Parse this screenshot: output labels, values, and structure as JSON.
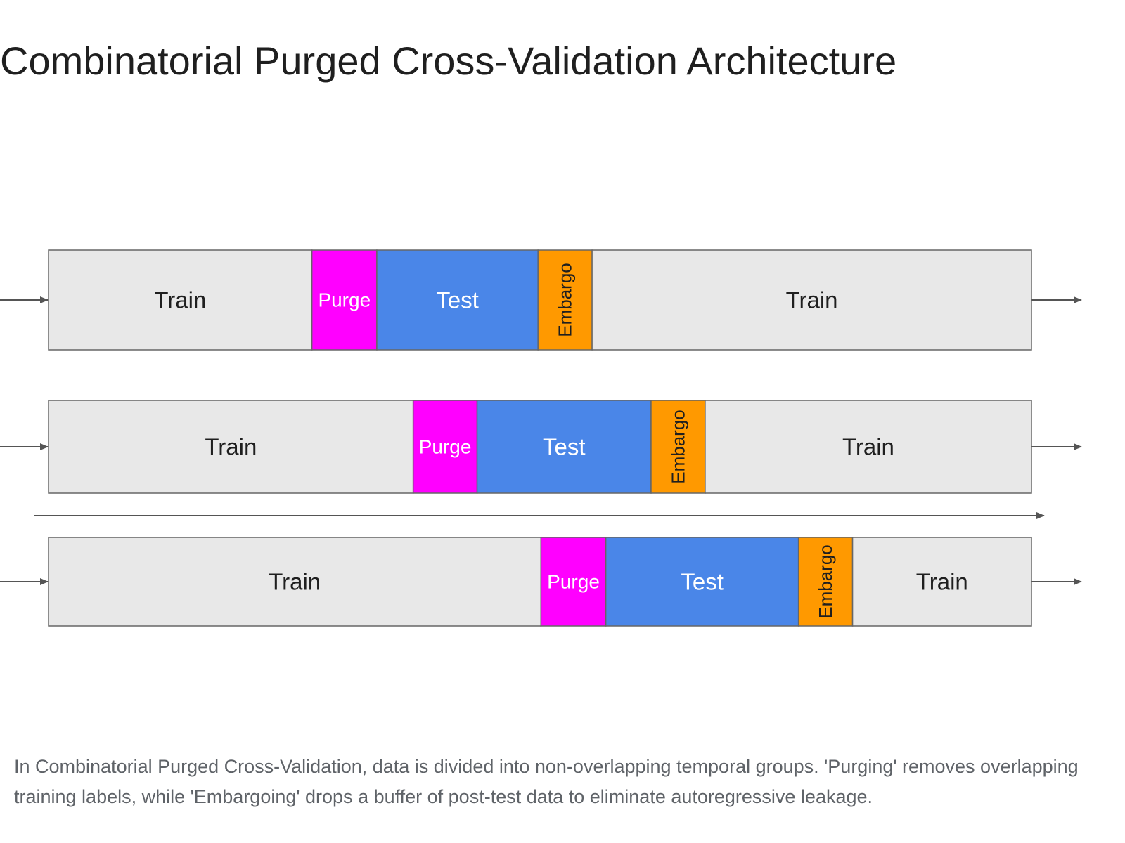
{
  "title": "Combinatorial Purged Cross-Validation Architecture",
  "caption": "In Combinatorial Purged Cross-Validation, data is divided into non-overlapping temporal groups. 'Purging' removes overlapping training labels, while 'Embargoing' drops a buffer of post-test data to eliminate autoregressive leakage.",
  "colors": {
    "train": "#e8e8e8",
    "purge": "#ff00ff",
    "test": "#4a86e8",
    "embargo": "#ff9900",
    "border": "#666666",
    "arrow": "#555555"
  },
  "rows": [
    {
      "segments": [
        {
          "kind": "train",
          "label": "Train",
          "share": 0.268
        },
        {
          "kind": "purge",
          "label": "Purge",
          "share": 0.066
        },
        {
          "kind": "test",
          "label": "Test",
          "share": 0.164
        },
        {
          "kind": "embargo",
          "label": "Embargo",
          "share": 0.055
        },
        {
          "kind": "train",
          "label": "Train",
          "share": 0.447
        }
      ]
    },
    {
      "segments": [
        {
          "kind": "train",
          "label": "Train",
          "share": 0.371
        },
        {
          "kind": "purge",
          "label": "Purge",
          "share": 0.065
        },
        {
          "kind": "test",
          "label": "Test",
          "share": 0.177
        },
        {
          "kind": "embargo",
          "label": "Embargo",
          "share": 0.055
        },
        {
          "kind": "train",
          "label": "Train",
          "share": 0.332
        }
      ]
    },
    {
      "segments": [
        {
          "kind": "train",
          "label": "Train",
          "share": 0.501
        },
        {
          "kind": "purge",
          "label": "Purge",
          "share": 0.066
        },
        {
          "kind": "test",
          "label": "Test",
          "share": 0.196
        },
        {
          "kind": "embargo",
          "label": "Embargo",
          "share": 0.055
        },
        {
          "kind": "train",
          "label": "Train",
          "share": 0.182
        }
      ]
    }
  ]
}
